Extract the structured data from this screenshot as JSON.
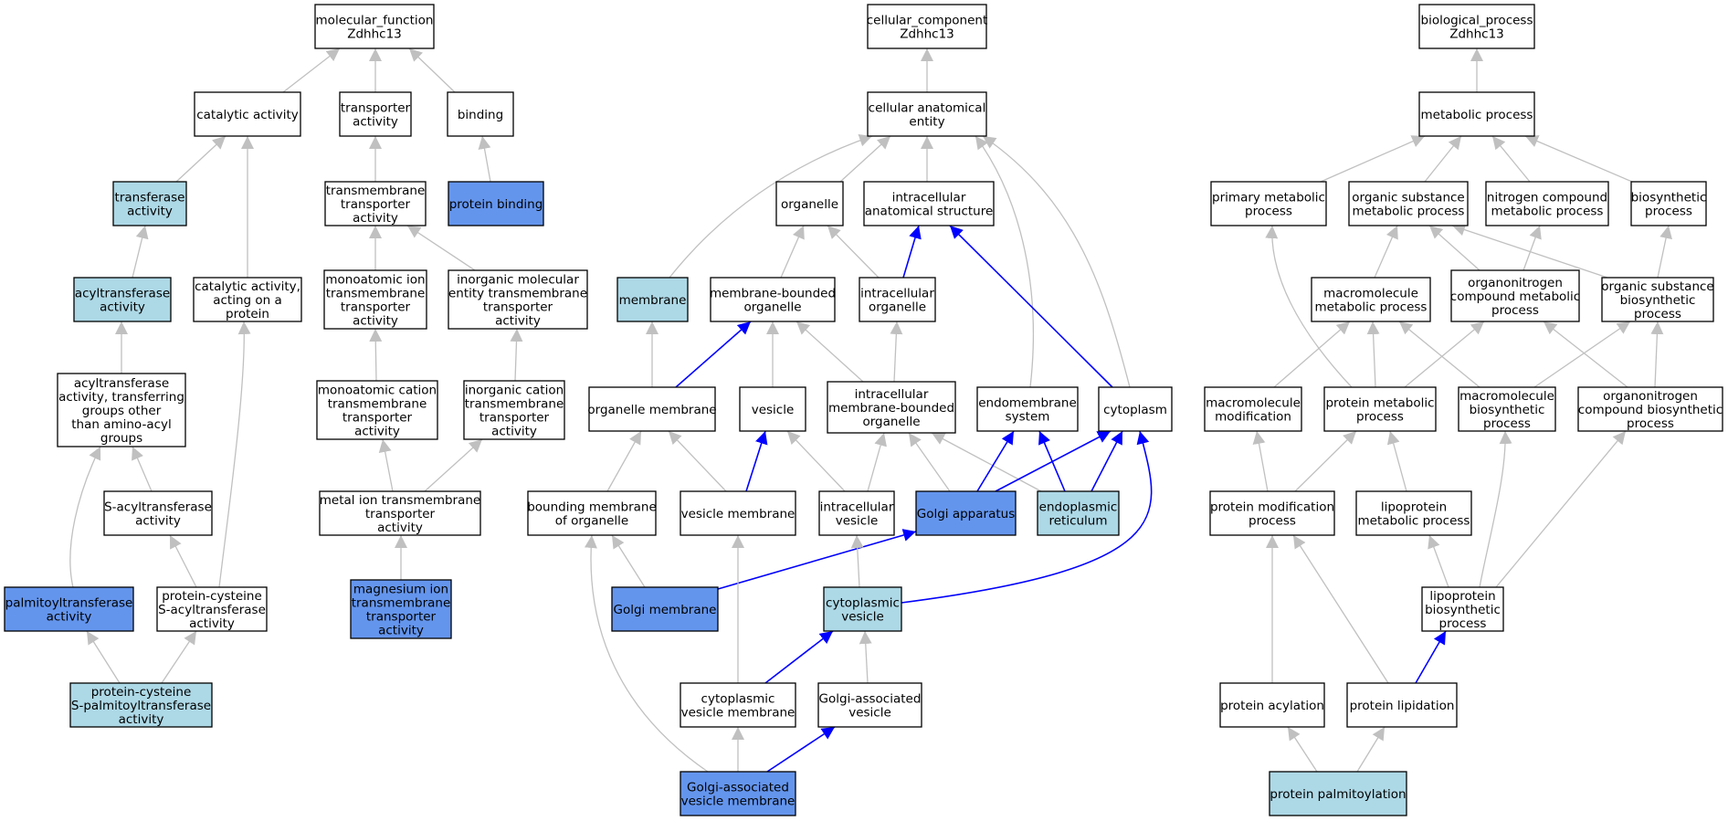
{
  "colors": {
    "plain_fill": "#ffffff",
    "light_fill": "#add8e6",
    "strong_fill": "#6495ed",
    "gray_edge": "#c0c0c0",
    "blue_edge": "#0000ff"
  },
  "nodes": [
    {
      "id": "mf_root",
      "lines": [
        "molecular_function",
        "Zdhhc13"
      ],
      "style": "plain"
    },
    {
      "id": "catalytic",
      "lines": [
        "catalytic activity"
      ],
      "style": "plain"
    },
    {
      "id": "transporter",
      "lines": [
        "transporter",
        "activity"
      ],
      "style": "plain"
    },
    {
      "id": "binding",
      "lines": [
        "binding"
      ],
      "style": "plain"
    },
    {
      "id": "transferase",
      "lines": [
        "transferase",
        "activity"
      ],
      "style": "light"
    },
    {
      "id": "tm_transporter",
      "lines": [
        "transmembrane",
        "transporter",
        "activity"
      ],
      "style": "plain"
    },
    {
      "id": "protein_binding",
      "lines": [
        "protein binding"
      ],
      "style": "strong"
    },
    {
      "id": "acyltransferase",
      "lines": [
        "acyltransferase",
        "activity"
      ],
      "style": "light"
    },
    {
      "id": "cat_acting",
      "lines": [
        "catalytic activity,",
        "acting on a",
        "protein"
      ],
      "style": "plain"
    },
    {
      "id": "monoatomic_ion",
      "lines": [
        "monoatomic ion",
        "transmembrane",
        "transporter",
        "activity"
      ],
      "style": "plain"
    },
    {
      "id": "inorg_mol",
      "lines": [
        "inorganic molecular",
        "entity transmembrane",
        "transporter",
        "activity"
      ],
      "style": "plain"
    },
    {
      "id": "acyl_other",
      "lines": [
        "acyltransferase",
        "activity, transferring",
        "groups other",
        "than amino-acyl",
        "groups"
      ],
      "style": "plain"
    },
    {
      "id": "mono_cation",
      "lines": [
        "monoatomic cation",
        "transmembrane",
        "transporter",
        "activity"
      ],
      "style": "plain"
    },
    {
      "id": "inorg_cation",
      "lines": [
        "inorganic cation",
        "transmembrane",
        "transporter",
        "activity"
      ],
      "style": "plain"
    },
    {
      "id": "s_acyl",
      "lines": [
        "S-acyltransferase",
        "activity"
      ],
      "style": "plain"
    },
    {
      "id": "metal_ion",
      "lines": [
        "metal ion transmembrane",
        "transporter",
        "activity"
      ],
      "style": "plain"
    },
    {
      "id": "palmitoyl",
      "lines": [
        "palmitoyltransferase",
        "activity"
      ],
      "style": "strong"
    },
    {
      "id": "pc_s_acyl",
      "lines": [
        "protein-cysteine",
        "S-acyltransferase",
        "activity"
      ],
      "style": "plain"
    },
    {
      "id": "magnesium",
      "lines": [
        "magnesium ion",
        "transmembrane",
        "transporter",
        "activity"
      ],
      "style": "strong"
    },
    {
      "id": "pc_s_palm",
      "lines": [
        "protein-cysteine",
        "S-palmitoyltransferase",
        "activity"
      ],
      "style": "light"
    },
    {
      "id": "cc_root",
      "lines": [
        "cellular_component",
        "Zdhhc13"
      ],
      "style": "plain"
    },
    {
      "id": "cae",
      "lines": [
        "cellular anatomical",
        "entity"
      ],
      "style": "plain"
    },
    {
      "id": "organelle",
      "lines": [
        "organelle"
      ],
      "style": "plain"
    },
    {
      "id": "ias",
      "lines": [
        "intracellular",
        "anatomical structure"
      ],
      "style": "plain"
    },
    {
      "id": "membrane",
      "lines": [
        "membrane"
      ],
      "style": "light"
    },
    {
      "id": "mbo",
      "lines": [
        "membrane-bounded",
        "organelle"
      ],
      "style": "plain"
    },
    {
      "id": "io",
      "lines": [
        "intracellular",
        "organelle"
      ],
      "style": "plain"
    },
    {
      "id": "org_membrane",
      "lines": [
        "organelle membrane"
      ],
      "style": "plain"
    },
    {
      "id": "vesicle",
      "lines": [
        "vesicle"
      ],
      "style": "plain"
    },
    {
      "id": "imbo",
      "lines": [
        "intracellular",
        "membrane-bounded",
        "organelle"
      ],
      "style": "plain"
    },
    {
      "id": "endomembrane",
      "lines": [
        "endomembrane",
        "system"
      ],
      "style": "plain"
    },
    {
      "id": "cytoplasm",
      "lines": [
        "cytoplasm"
      ],
      "style": "plain"
    },
    {
      "id": "bmo",
      "lines": [
        "bounding membrane",
        "of organelle"
      ],
      "style": "plain"
    },
    {
      "id": "vesicle_membrane",
      "lines": [
        "vesicle membrane"
      ],
      "style": "plain"
    },
    {
      "id": "ivesicle",
      "lines": [
        "intracellular",
        "vesicle"
      ],
      "style": "plain"
    },
    {
      "id": "golgi",
      "lines": [
        "Golgi apparatus"
      ],
      "style": "strong"
    },
    {
      "id": "er",
      "lines": [
        "endoplasmic",
        "reticulum"
      ],
      "style": "light"
    },
    {
      "id": "golgi_membrane",
      "lines": [
        "Golgi membrane"
      ],
      "style": "strong"
    },
    {
      "id": "cyto_vesicle",
      "lines": [
        "cytoplasmic",
        "vesicle"
      ],
      "style": "light"
    },
    {
      "id": "cvm",
      "lines": [
        "cytoplasmic",
        "vesicle membrane"
      ],
      "style": "plain"
    },
    {
      "id": "gav",
      "lines": [
        "Golgi-associated",
        "vesicle"
      ],
      "style": "plain"
    },
    {
      "id": "gavm",
      "lines": [
        "Golgi-associated",
        "vesicle membrane"
      ],
      "style": "strong"
    },
    {
      "id": "bp_root",
      "lines": [
        "biological_process",
        "Zdhhc13"
      ],
      "style": "plain"
    },
    {
      "id": "metabolic",
      "lines": [
        "metabolic process"
      ],
      "style": "plain"
    },
    {
      "id": "primary",
      "lines": [
        "primary metabolic",
        "process"
      ],
      "style": "plain"
    },
    {
      "id": "organic_sub",
      "lines": [
        "organic substance",
        "metabolic process"
      ],
      "style": "plain"
    },
    {
      "id": "nitrogen",
      "lines": [
        "nitrogen compound",
        "metabolic process"
      ],
      "style": "plain"
    },
    {
      "id": "biosynthetic",
      "lines": [
        "biosynthetic",
        "process"
      ],
      "style": "plain"
    },
    {
      "id": "macromolecule",
      "lines": [
        "macromolecule",
        "metabolic process"
      ],
      "style": "plain"
    },
    {
      "id": "organonitrogen",
      "lines": [
        "organonitrogen",
        "compound metabolic",
        "process"
      ],
      "style": "plain"
    },
    {
      "id": "org_sub_bio",
      "lines": [
        "organic substance",
        "biosynthetic",
        "process"
      ],
      "style": "plain"
    },
    {
      "id": "macro_mod",
      "lines": [
        "macromolecule",
        "modification"
      ],
      "style": "plain"
    },
    {
      "id": "protein_met",
      "lines": [
        "protein metabolic",
        "process"
      ],
      "style": "plain"
    },
    {
      "id": "macro_bio",
      "lines": [
        "macromolecule",
        "biosynthetic",
        "process"
      ],
      "style": "plain"
    },
    {
      "id": "orgn_bio",
      "lines": [
        "organonitrogen",
        "compound biosynthetic",
        "process"
      ],
      "style": "plain"
    },
    {
      "id": "protein_mod",
      "lines": [
        "protein modification",
        "process"
      ],
      "style": "plain"
    },
    {
      "id": "lipoprotein_met",
      "lines": [
        "lipoprotein",
        "metabolic process"
      ],
      "style": "plain"
    },
    {
      "id": "lipoprotein_bio",
      "lines": [
        "lipoprotein",
        "biosynthetic",
        "process"
      ],
      "style": "plain"
    },
    {
      "id": "protein_acyl",
      "lines": [
        "protein acylation"
      ],
      "style": "plain"
    },
    {
      "id": "protein_lipid",
      "lines": [
        "protein lipidation"
      ],
      "style": "plain"
    },
    {
      "id": "protein_palm",
      "lines": [
        "protein palmitoylation"
      ],
      "style": "light"
    }
  ],
  "edges": [
    {
      "from": "catalytic",
      "to": "mf_root",
      "color": "gray"
    },
    {
      "from": "transporter",
      "to": "mf_root",
      "color": "gray"
    },
    {
      "from": "binding",
      "to": "mf_root",
      "color": "gray"
    },
    {
      "from": "transferase",
      "to": "catalytic",
      "color": "gray"
    },
    {
      "from": "cat_acting",
      "to": "catalytic",
      "color": "gray"
    },
    {
      "from": "tm_transporter",
      "to": "transporter",
      "color": "gray"
    },
    {
      "from": "protein_binding",
      "to": "binding",
      "color": "gray"
    },
    {
      "from": "acyltransferase",
      "to": "transferase",
      "color": "gray"
    },
    {
      "from": "monoatomic_ion",
      "to": "tm_transporter",
      "color": "gray"
    },
    {
      "from": "inorg_mol",
      "to": "tm_transporter",
      "color": "gray"
    },
    {
      "from": "acyl_other",
      "to": "acyltransferase",
      "color": "gray"
    },
    {
      "from": "mono_cation",
      "to": "monoatomic_ion",
      "color": "gray"
    },
    {
      "from": "inorg_cation",
      "to": "inorg_mol",
      "color": "gray"
    },
    {
      "from": "s_acyl",
      "to": "acyl_other",
      "color": "gray"
    },
    {
      "from": "palmitoyl",
      "to": "acyl_other",
      "color": "gray"
    },
    {
      "from": "metal_ion",
      "to": "mono_cation",
      "color": "gray"
    },
    {
      "from": "metal_ion",
      "to": "inorg_cation",
      "color": "gray"
    },
    {
      "from": "pc_s_acyl",
      "to": "s_acyl",
      "color": "gray"
    },
    {
      "from": "pc_s_acyl",
      "to": "cat_acting",
      "color": "gray"
    },
    {
      "from": "magnesium",
      "to": "metal_ion",
      "color": "gray"
    },
    {
      "from": "pc_s_palm",
      "to": "palmitoyl",
      "color": "gray"
    },
    {
      "from": "pc_s_palm",
      "to": "pc_s_acyl",
      "color": "gray"
    },
    {
      "from": "cae",
      "to": "cc_root",
      "color": "gray"
    },
    {
      "from": "organelle",
      "to": "cae",
      "color": "gray"
    },
    {
      "from": "ias",
      "to": "cae",
      "color": "gray"
    },
    {
      "from": "membrane",
      "to": "cae",
      "color": "gray"
    },
    {
      "from": "endomembrane",
      "to": "cae",
      "color": "gray"
    },
    {
      "from": "cytoplasm",
      "to": "cae",
      "color": "gray"
    },
    {
      "from": "mbo",
      "to": "organelle",
      "color": "gray"
    },
    {
      "from": "io",
      "to": "organelle",
      "color": "gray"
    },
    {
      "from": "io",
      "to": "ias",
      "color": "blue"
    },
    {
      "from": "cytoplasm",
      "to": "ias",
      "color": "blue"
    },
    {
      "from": "org_membrane",
      "to": "membrane",
      "color": "gray"
    },
    {
      "from": "org_membrane",
      "to": "mbo",
      "color": "blue"
    },
    {
      "from": "vesicle",
      "to": "mbo",
      "color": "gray"
    },
    {
      "from": "imbo",
      "to": "mbo",
      "color": "gray"
    },
    {
      "from": "imbo",
      "to": "io",
      "color": "gray"
    },
    {
      "from": "bmo",
      "to": "org_membrane",
      "color": "gray"
    },
    {
      "from": "vesicle_membrane",
      "to": "org_membrane",
      "color": "gray"
    },
    {
      "from": "vesicle_membrane",
      "to": "vesicle",
      "color": "blue"
    },
    {
      "from": "ivesicle",
      "to": "vesicle",
      "color": "gray"
    },
    {
      "from": "ivesicle",
      "to": "imbo",
      "color": "gray"
    },
    {
      "from": "golgi",
      "to": "imbo",
      "color": "gray"
    },
    {
      "from": "er",
      "to": "imbo",
      "color": "gray"
    },
    {
      "from": "golgi",
      "to": "endomembrane",
      "color": "blue"
    },
    {
      "from": "er",
      "to": "endomembrane",
      "color": "blue"
    },
    {
      "from": "golgi",
      "to": "cytoplasm",
      "color": "blue"
    },
    {
      "from": "er",
      "to": "cytoplasm",
      "color": "blue"
    },
    {
      "from": "golgi_membrane",
      "to": "bmo",
      "color": "gray"
    },
    {
      "from": "golgi_membrane",
      "to": "golgi",
      "color": "blue"
    },
    {
      "from": "cyto_vesicle",
      "to": "ivesicle",
      "color": "gray"
    },
    {
      "from": "cyto_vesicle",
      "to": "cytoplasm",
      "color": "blue"
    },
    {
      "from": "cvm",
      "to": "vesicle_membrane",
      "color": "gray"
    },
    {
      "from": "cvm",
      "to": "cyto_vesicle",
      "color": "blue"
    },
    {
      "from": "gav",
      "to": "cyto_vesicle",
      "color": "gray"
    },
    {
      "from": "gavm",
      "to": "cvm",
      "color": "gray"
    },
    {
      "from": "gavm",
      "to": "gav",
      "color": "blue"
    },
    {
      "from": "gavm",
      "to": "bmo",
      "color": "gray"
    },
    {
      "from": "metabolic",
      "to": "bp_root",
      "color": "gray"
    },
    {
      "from": "primary",
      "to": "metabolic",
      "color": "gray"
    },
    {
      "from": "organic_sub",
      "to": "metabolic",
      "color": "gray"
    },
    {
      "from": "nitrogen",
      "to": "metabolic",
      "color": "gray"
    },
    {
      "from": "biosynthetic",
      "to": "metabolic",
      "color": "gray"
    },
    {
      "from": "macromolecule",
      "to": "organic_sub",
      "color": "gray"
    },
    {
      "from": "organonitrogen",
      "to": "organic_sub",
      "color": "gray"
    },
    {
      "from": "org_sub_bio",
      "to": "organic_sub",
      "color": "gray"
    },
    {
      "from": "organonitrogen",
      "to": "nitrogen",
      "color": "gray"
    },
    {
      "from": "org_sub_bio",
      "to": "biosynthetic",
      "color": "gray"
    },
    {
      "from": "macro_mod",
      "to": "macromolecule",
      "color": "gray"
    },
    {
      "from": "protein_met",
      "to": "macromolecule",
      "color": "gray"
    },
    {
      "from": "protein_met",
      "to": "organonitrogen",
      "color": "gray"
    },
    {
      "from": "protein_met",
      "to": "primary",
      "color": "gray"
    },
    {
      "from": "macro_bio",
      "to": "macromolecule",
      "color": "gray"
    },
    {
      "from": "macro_bio",
      "to": "org_sub_bio",
      "color": "gray"
    },
    {
      "from": "orgn_bio",
      "to": "organonitrogen",
      "color": "gray"
    },
    {
      "from": "orgn_bio",
      "to": "org_sub_bio",
      "color": "gray"
    },
    {
      "from": "protein_mod",
      "to": "macro_mod",
      "color": "gray"
    },
    {
      "from": "protein_mod",
      "to": "protein_met",
      "color": "gray"
    },
    {
      "from": "lipoprotein_met",
      "to": "protein_met",
      "color": "gray"
    },
    {
      "from": "lipoprotein_bio",
      "to": "lipoprotein_met",
      "color": "gray"
    },
    {
      "from": "lipoprotein_bio",
      "to": "macro_bio",
      "color": "gray"
    },
    {
      "from": "lipoprotein_bio",
      "to": "orgn_bio",
      "color": "gray"
    },
    {
      "from": "protein_acyl",
      "to": "protein_mod",
      "color": "gray"
    },
    {
      "from": "protein_lipid",
      "to": "protein_mod",
      "color": "gray"
    },
    {
      "from": "protein_lipid",
      "to": "lipoprotein_bio",
      "color": "blue"
    },
    {
      "from": "protein_palm",
      "to": "protein_acyl",
      "color": "gray"
    },
    {
      "from": "protein_palm",
      "to": "protein_lipid",
      "color": "gray"
    }
  ]
}
